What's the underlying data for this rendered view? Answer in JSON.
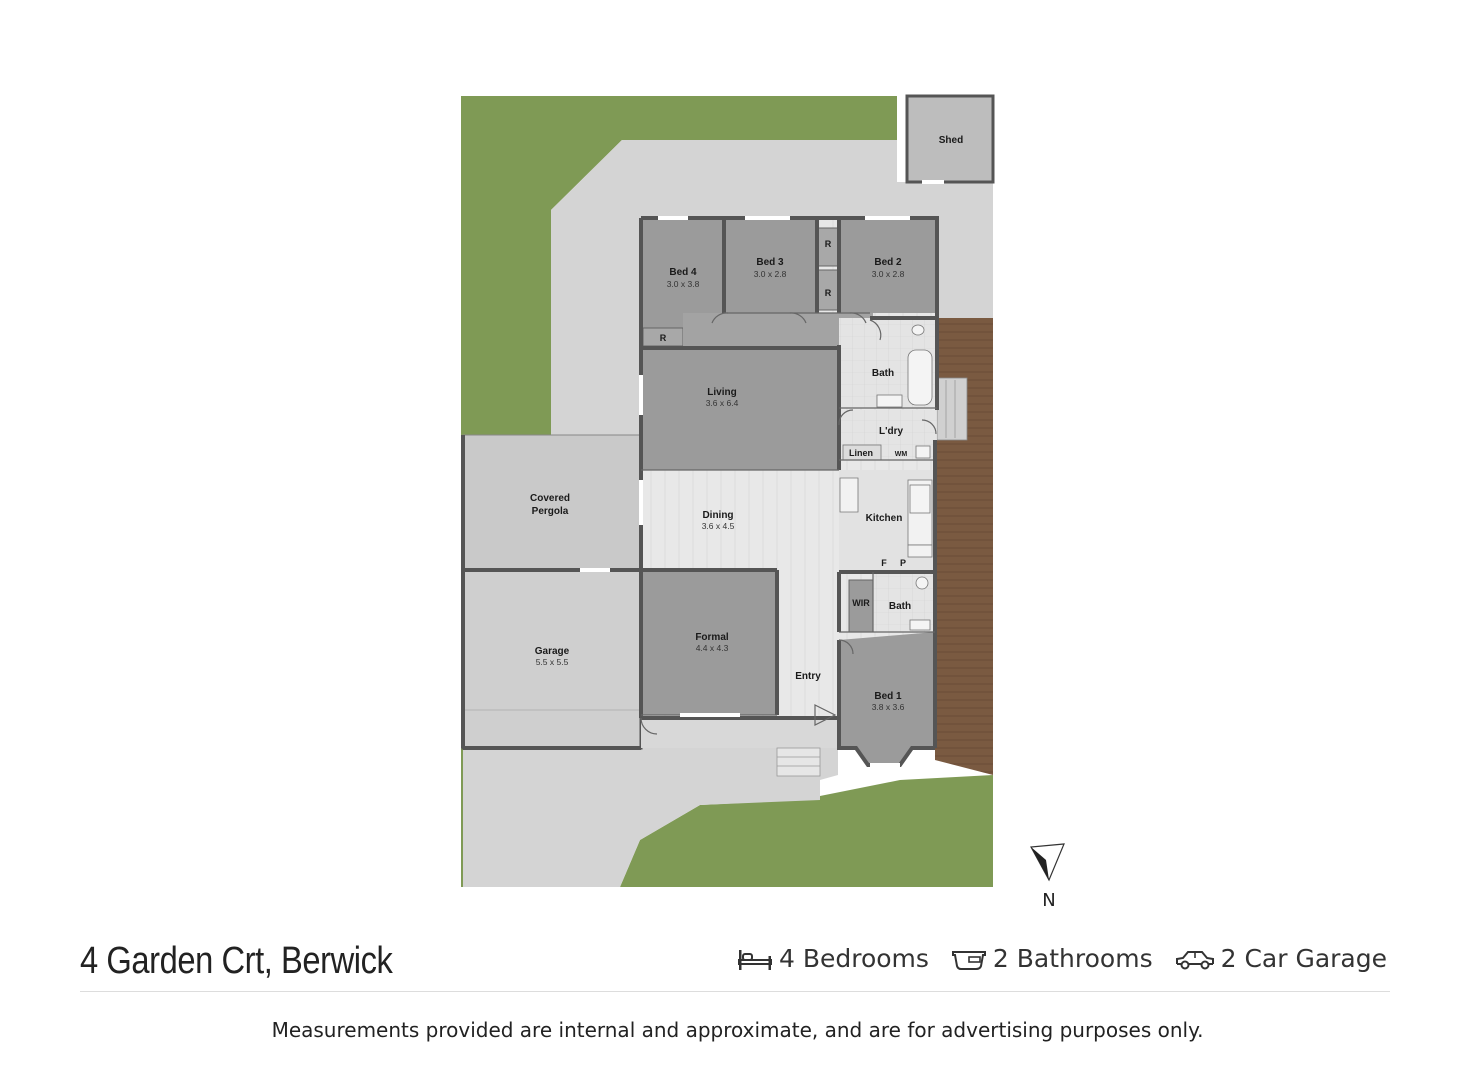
{
  "rooms": {
    "shed": {
      "name": "Shed"
    },
    "bed4": {
      "name": "Bed 4",
      "dim": "3.0 x 3.8"
    },
    "bed3": {
      "name": "Bed 3",
      "dim": "3.0 x 2.8"
    },
    "bed2": {
      "name": "Bed 2",
      "dim": "3.0 x 2.8"
    },
    "robe_a": {
      "name": "R"
    },
    "robe_b": {
      "name": "R"
    },
    "robe_c": {
      "name": "R"
    },
    "bath_main": {
      "name": "Bath"
    },
    "living": {
      "name": "Living",
      "dim": "3.6 x 6.4"
    },
    "laundry": {
      "name": "L'dry"
    },
    "linen": {
      "name": "Linen"
    },
    "wm": {
      "name": "WM"
    },
    "covered_pergola": {
      "name_line1": "Covered",
      "name_line2": "Pergola"
    },
    "dining": {
      "name": "Dining",
      "dim": "3.6 x 4.5"
    },
    "kitchen": {
      "name": "Kitchen"
    },
    "fridge": {
      "name": "F"
    },
    "pantry": {
      "name": "P"
    },
    "wir": {
      "name": "WIR"
    },
    "bath_ensuite": {
      "name": "Bath"
    },
    "garage": {
      "name": "Garage",
      "dim": "5.5 x 5.5"
    },
    "formal": {
      "name": "Formal",
      "dim": "4.4 x 4.3"
    },
    "entry": {
      "name": "Entry"
    },
    "bed1": {
      "name": "Bed 1",
      "dim": "3.8 x 3.6"
    }
  },
  "compass": {
    "label": "N"
  },
  "footer": {
    "address": "4 Garden Crt, Berwick",
    "bedrooms": "4 Bedrooms",
    "bathrooms": "2 Bathrooms",
    "garage": "2 Car Garage",
    "disclaimer": "Measurements provided are internal and approximate, and are for advertising purposes only."
  },
  "colors": {
    "grass": "#7f9a55",
    "paving": "#d4d4d4",
    "room": "#9b9b9b",
    "tile": "#e6e6e6",
    "deck": "#7a5a41"
  }
}
